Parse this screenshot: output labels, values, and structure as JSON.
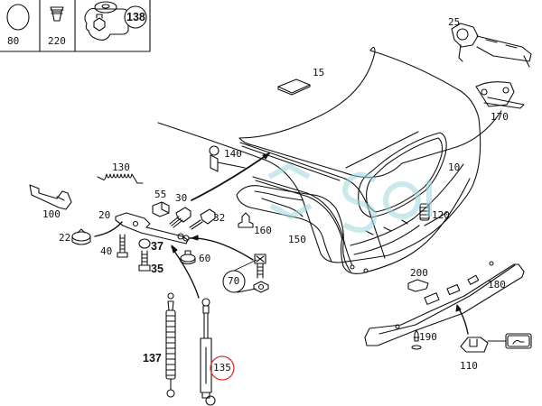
{
  "diagram": {
    "title": "Trunk lid assembly exploded parts diagram",
    "inset_parts": [
      {
        "id": "80"
      },
      {
        "id": "220"
      },
      {
        "id": "138",
        "circled": true
      }
    ],
    "part_labels": {
      "p10": "10",
      "p15": "15",
      "p20": "20",
      "p22": "22",
      "p25": "25",
      "p30": "30",
      "p32": "32",
      "p35": "35",
      "p37": "37",
      "p40": "40",
      "p55": "55",
      "p60": "60",
      "p70": "70",
      "p100": "100",
      "p110": "110",
      "p120": "120",
      "p130": "130",
      "p135": "135",
      "p137": "137",
      "p140": "140",
      "p150": "150",
      "p160": "160",
      "p170": "170",
      "p180": "180",
      "p190": "190",
      "p200": "200"
    },
    "highlighted_part": "135",
    "highlight_color": "#e03030",
    "watermark_color": "#9fd8e0",
    "watermark_text": "SOI"
  }
}
